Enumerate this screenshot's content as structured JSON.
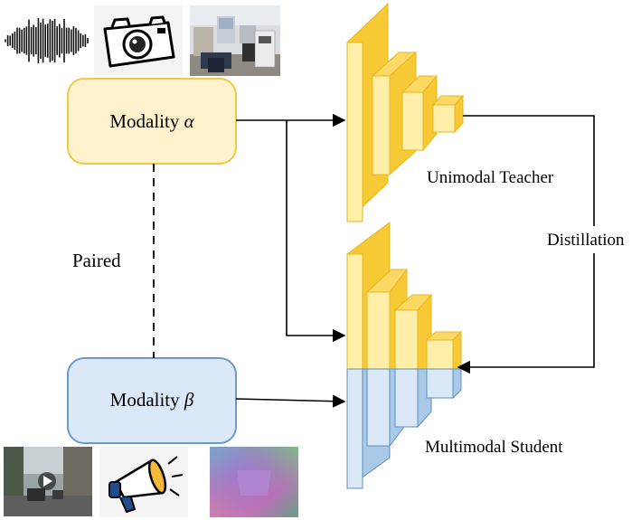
{
  "modality_alpha": {
    "label": "Modality ",
    "symbol": "α"
  },
  "modality_beta": {
    "label": "Modality ",
    "symbol": "β"
  },
  "paired_label": "Paired",
  "teacher_label": "Unimodal Teacher",
  "student_label": "Multimodal Student",
  "distillation_label": "Distillation",
  "icons": {
    "alpha": [
      "audio-waveform-icon",
      "camera-icon",
      "rgb-room-photo"
    ],
    "beta": [
      "street-video-thumbnail",
      "megaphone-icon",
      "depth-normal-map"
    ]
  },
  "colors": {
    "alpha_fill": "#FFF2CC",
    "alpha_border": "#F3C64C",
    "beta_fill": "#DAE8F7",
    "beta_border": "#6C9BCB",
    "teacher_front": "#FFEFA8",
    "teacher_top": "#FCD964",
    "teacher_side": "#F7C934",
    "student_blue_front": "#DAE8F7",
    "student_blue_side": "#A9C9E9"
  }
}
